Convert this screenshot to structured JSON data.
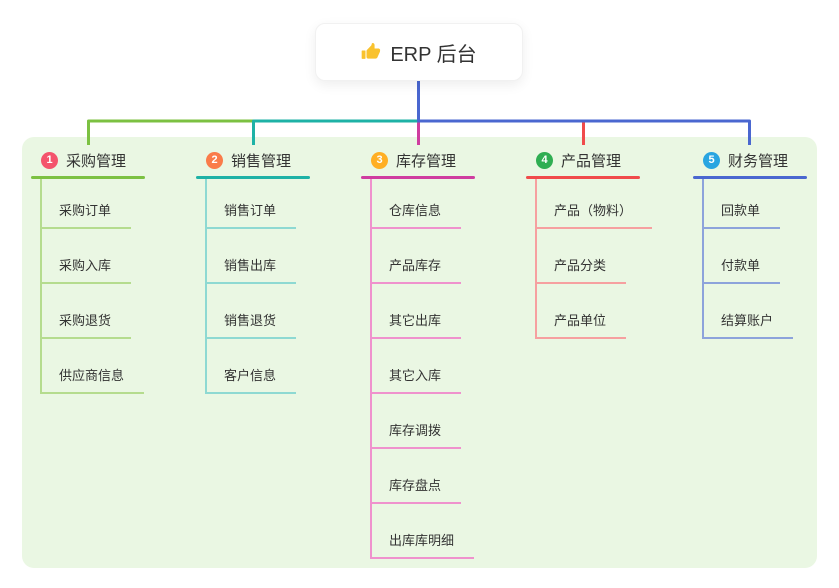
{
  "canvas": {
    "background": "#ffffff",
    "panel_color": "#eaf7e3"
  },
  "root": {
    "icon": "thumbs-up",
    "icon_color": "#f9c22e",
    "label": "ERP 后台",
    "connector_color": "#4a67d0"
  },
  "branches": [
    {
      "number": "1",
      "label": "采购管理",
      "badge_color": "#f4546c",
      "accent_color": "#7cc142",
      "light_color": "#b5dc8e",
      "children": [
        "采购订单",
        "采购入库",
        "采购退货",
        "供应商信息"
      ]
    },
    {
      "number": "2",
      "label": "销售管理",
      "badge_color": "#fa7c4a",
      "accent_color": "#1eb2a6",
      "light_color": "#8ed9d2",
      "children": [
        "销售订单",
        "销售出库",
        "销售退货",
        "客户信息"
      ]
    },
    {
      "number": "3",
      "label": "库存管理",
      "badge_color": "#ffaf24",
      "accent_color": "#cf3da0",
      "light_color": "#ef92cd",
      "children": [
        "仓库信息",
        "产品库存",
        "其它出库",
        "其它入库",
        "库存调拨",
        "库存盘点",
        "出库库明细"
      ]
    },
    {
      "number": "4",
      "label": "产品管理",
      "badge_color": "#2fae52",
      "accent_color": "#f04b4b",
      "light_color": "#f6a0a0",
      "children": [
        "产品（物料）",
        "产品分类",
        "产品单位"
      ]
    },
    {
      "number": "5",
      "label": "财务管理",
      "badge_color": "#29a5e1",
      "accent_color": "#4a67d0",
      "light_color": "#8da3db",
      "children": [
        "回款单",
        "付款单",
        "结算账户"
      ]
    }
  ]
}
